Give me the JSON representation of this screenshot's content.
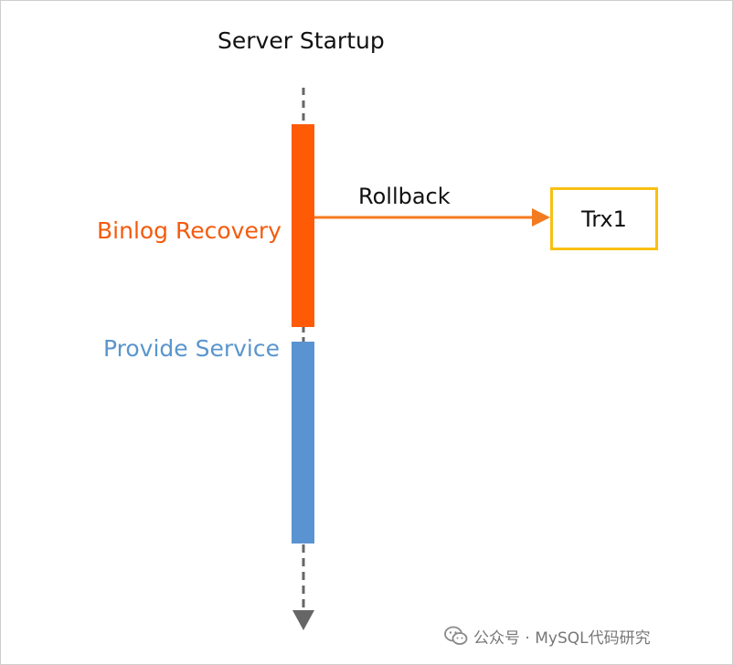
{
  "diagram": {
    "title": "Server Startup",
    "phases": [
      {
        "label": "Binlog Recovery",
        "color": "#f45b0e"
      },
      {
        "label": "Provide Service",
        "color": "#5a95cc"
      }
    ],
    "arrow": {
      "label": "Rollback",
      "color": "#f47a1f"
    },
    "target": {
      "label": "Trx1",
      "border_color": "#f8c013"
    },
    "timeline_color": "#666666"
  },
  "watermark": {
    "text": "公众号 · MySQL代码研究",
    "icon": "wechat-icon"
  }
}
